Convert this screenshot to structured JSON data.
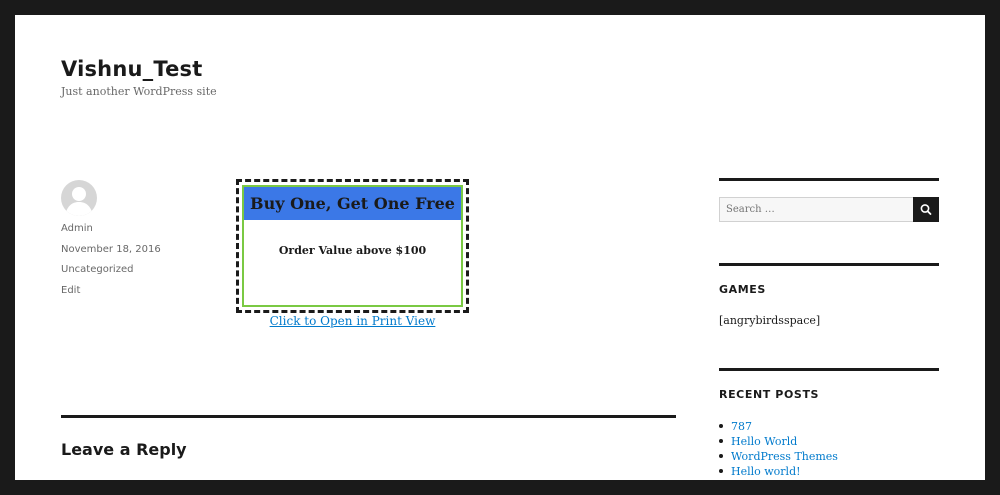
{
  "site": {
    "title": "Vishnu_Test",
    "description": "Just another WordPress site"
  },
  "post_meta": {
    "author": "Admin",
    "date": "November 18, 2016",
    "category": "Uncategorized",
    "edit": "Edit"
  },
  "coupon": {
    "headline": "Buy One, Get One Free",
    "offer": "Order Value above $100",
    "print_link": "Click to Open in Print View",
    "colors": {
      "header": "#3b78e7",
      "inner_border": "#7ac943",
      "outer_border": "#1a1a1a"
    }
  },
  "comments": {
    "title": "Leave a Reply"
  },
  "sidebar": {
    "search": {
      "placeholder": "Search …",
      "icon": "search-icon"
    },
    "games": {
      "title": "GAMES",
      "content": "[angrybirdsspace]"
    },
    "recent_posts": {
      "title": "RECENT POSTS",
      "items": [
        "787",
        "Hello World",
        "WordPress Themes",
        "Hello world!"
      ]
    }
  },
  "colors": {
    "link": "#007acc",
    "frame": "#1a1a1a",
    "text": "#1a1a1a",
    "muted": "#686868"
  }
}
